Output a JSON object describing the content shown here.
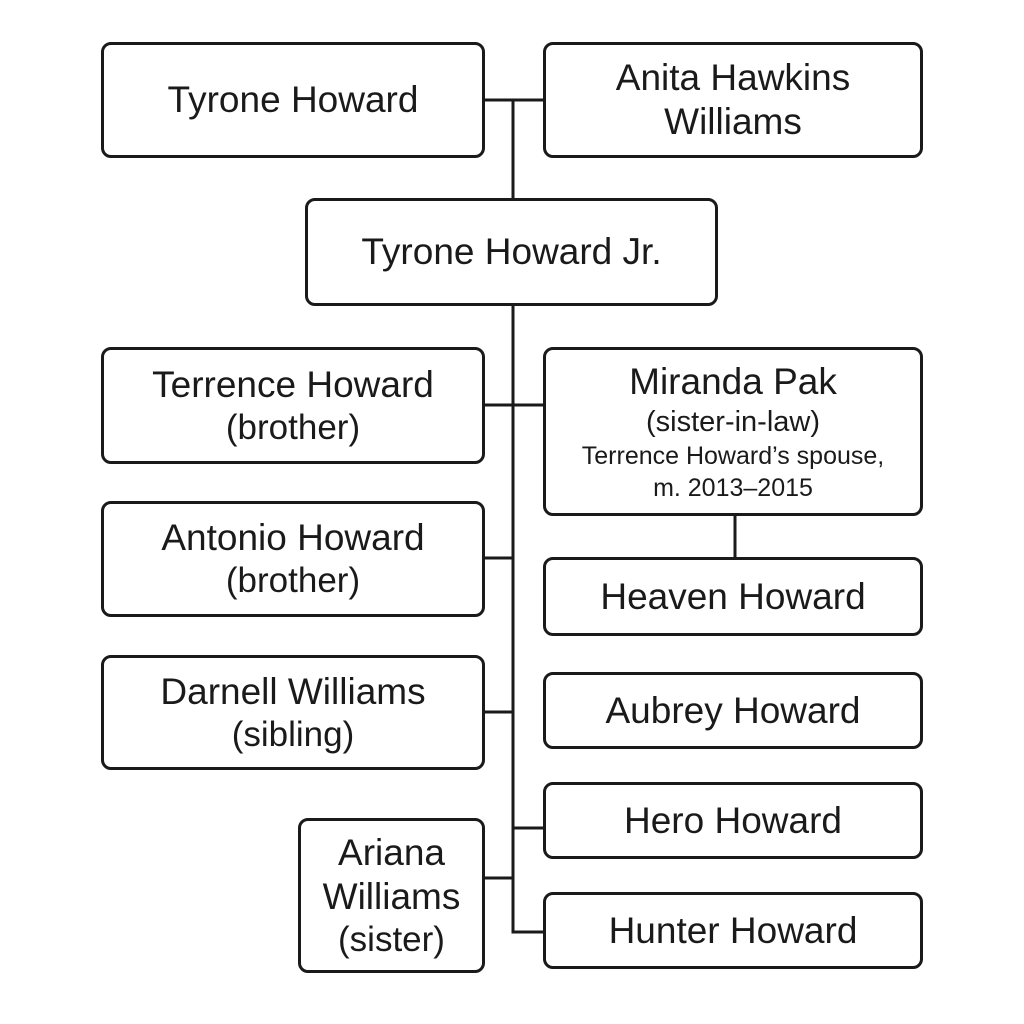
{
  "people": {
    "tyrone": {
      "name": "Tyrone Howard"
    },
    "anita": {
      "name_line1": "Anita Hawkins",
      "name_line2": "Williams"
    },
    "tyrone_jr": {
      "name": "Tyrone Howard Jr."
    },
    "terrence": {
      "name": "Terrence Howard",
      "relation": "(brother)"
    },
    "miranda": {
      "name": "Miranda Pak",
      "relation": "(sister-in-law)",
      "note_line1": "Terrence Howard’s spouse,",
      "note_line2": "m. 2013–2015"
    },
    "heaven": {
      "name": "Heaven Howard"
    },
    "antonio": {
      "name": "Antonio Howard",
      "relation": "(brother)"
    },
    "aubrey": {
      "name": "Aubrey Howard"
    },
    "darnell": {
      "name": "Darnell Williams",
      "relation": "(sibling)"
    },
    "hero": {
      "name": "Hero Howard"
    },
    "ariana": {
      "name_line1": "Ariana",
      "name_line2": "Williams",
      "relation": "(sister)"
    },
    "hunter": {
      "name": "Hunter Howard"
    }
  }
}
